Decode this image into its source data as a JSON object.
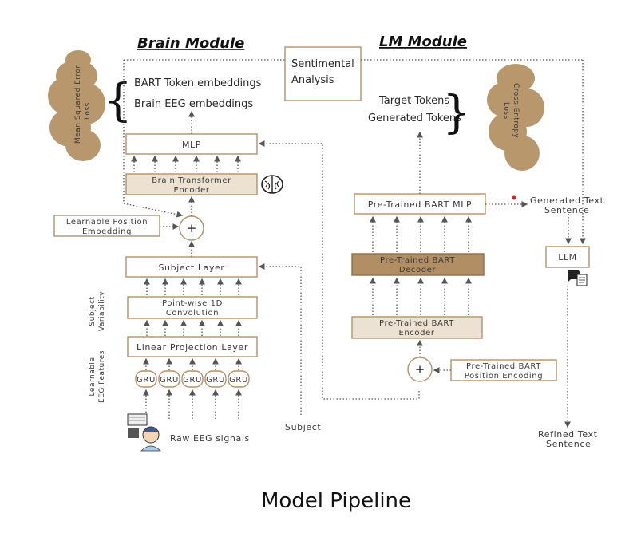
{
  "modules": {
    "brain": "Brain Module",
    "lm": "LM Module"
  },
  "caption": "Model Pipeline",
  "brain": {
    "raw_eeg": "Raw EEG signals",
    "gru_label": "GRU",
    "linear_projection": "Linear Projection Layer",
    "pointwise_line1": "Point-wise 1D",
    "pointwise_line2": "Convolution",
    "subject_layer": "Subject Layer",
    "position_line1": "Learnable Position",
    "position_line2": "Embedding",
    "plus": "+",
    "transformer_line1": "Brain Transformer",
    "transformer_line2": "Encoder",
    "mlp": "MLP",
    "token_embeddings": "BART Token embeddings",
    "eeg_embeddings": "Brain EEG embeddings",
    "side_features_line1": "Learnable",
    "side_features_line2": "EEG Features",
    "side_variability_line1": "Subject",
    "side_variability_line2": "Variability",
    "mse_line1": "Mean Squared Error",
    "mse_line2": "Loss"
  },
  "lm": {
    "sentiment_line1": "Sentimental",
    "sentiment_line2": "Analysis",
    "target_tokens": "Target Tokens",
    "generated_tokens": "Generated Tokens",
    "ce_line1": "Cross-Entropy",
    "ce_line2": "Loss",
    "bart_mlp": "Pre-Trained BART MLP",
    "generated_line1": "Generated Text",
    "generated_line2": "Sentence",
    "decoder_line1": "Pre-Trained BART",
    "decoder_line2": "Decoder",
    "encoder_line1": "Pre-Trained BART",
    "encoder_line2": "Encoder",
    "plus": "+",
    "pos_enc_line1": "Pre-Trained BART",
    "pos_enc_line2": "Position Encoding",
    "llm": "LLM",
    "refined_line1": "Refined Text",
    "refined_line2": "Sentence",
    "subject": "Subject"
  },
  "colors": {
    "box_border": "#b5916a",
    "beige_fill": "#ede1d2",
    "brown_fill": "#b28e64",
    "cloud": "#b8976c"
  }
}
